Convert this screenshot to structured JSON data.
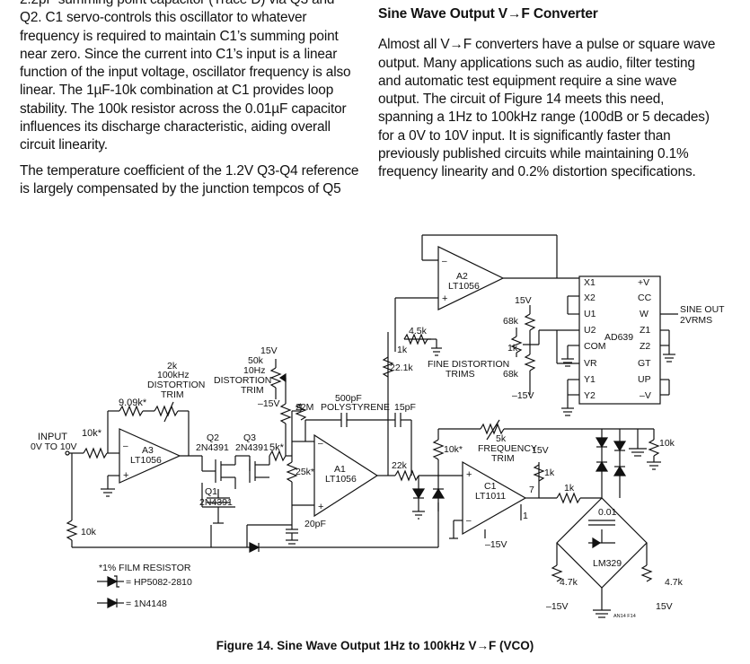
{
  "text": {
    "left_para1": "2.2pF summing point capacitor (Trace D) via Q3 and Q2. C1 servo-controls this oscillator to whatever frequency is required to maintain C1’s summing point near zero. Since the current into C1’s input is a linear function of the input voltage, oscillator frequency is also linear. The 1µF-10k combination at C1 provides loop stability. The 100k resistor across the 0.01µF capacitor influences its discharge characteristic, aiding overall circuit linearity.",
    "left_para2": "The temperature coefficient of the 1.2V Q3-Q4 reference is largely compensated by the junction tempcos of Q5",
    "right_heading": "Sine Wave Output V→F Converter",
    "right_para": "Almost all V→F converters have a pulse or square wave output. Many applications such as audio, filter testing and automatic test equipment require a sine wave output. The circuit of Figure 14 meets this need, spanning a 1Hz to 100kHz range (100dB or 5 decades) for a 0V to 10V input. It is significantly faster than previously published circuits while maintaining 0.1% frequency linearity and 0.2% distortion specifications."
  },
  "figure": {
    "caption": "Figure 14. Sine Wave Output 1Hz to 100kHz V→F (VCO)",
    "labels": {
      "input": "INPUT",
      "input_range": "0V TO 10V",
      "r_in": "10k*",
      "r_909": "9.09k*",
      "trim_2k": "2k",
      "trim_100k": "100kHz",
      "trim_dist": "DISTORTION",
      "trim_word": "TRIM",
      "a3_name": "A3",
      "a3_part": "LT1056",
      "q2_name": "Q2",
      "q2_part": "2N4391",
      "q3_name": "Q3",
      "q3_part": "2N4391",
      "q1_name": "Q1",
      "q1_part": "2N4391",
      "r_5k": "5k*",
      "v15_a": "15V",
      "pot_50k": "50k",
      "pot_10hz": "10Hz",
      "pot_dist": "DISTORTION",
      "pot_trim": "TRIM",
      "vneg15_a": "–15V",
      "r_22m": "22M",
      "c_500p": "500pF",
      "c_poly": "POLYSTYRENE",
      "c_15p": "15pF",
      "r_25k": "25k*",
      "a1_name": "A1",
      "a1_part": "LT1056",
      "c_20p": "20pF",
      "r_10k_bottom": "10k",
      "a2_name": "A2",
      "a2_part": "LT1056",
      "r_45k": "4.5k",
      "r_1k_a": "1k",
      "r_221k": "22.1k",
      "fine_dist": "FINE DISTORTION",
      "fine_trims": "TRIMS",
      "v15_b": "15V",
      "r_68k_a": "68k",
      "r_1k_b": "1k",
      "r_68k_b": "68k",
      "vneg15_b": "–15V",
      "ad_name": "AD639",
      "pin_x1": "X1",
      "pin_x2": "X2",
      "pin_u1": "U1",
      "pin_u2": "U2",
      "pin_com": "COM",
      "pin_vr": "VR",
      "pin_y1": "Y1",
      "pin_y2": "Y2",
      "pin_pv": "+V",
      "pin_cc": "CC",
      "pin_w": "W",
      "pin_z1": "Z1",
      "pin_z2": "Z2",
      "pin_gt": "GT",
      "pin_up": "UP",
      "pin_nv": "–V",
      "sine_out": "SINE OUT",
      "sine_rms": "2VRMS",
      "r_22k": "22k",
      "r_10k_c": "10k*",
      "pot_5k": "5k",
      "freq": "FREQUENCY",
      "freq_trim": "TRIM",
      "v15_c": "15V",
      "r_1k_c": "1k",
      "r_1k_d": "1k",
      "c1_name": "C1",
      "c1_part": "LT1011",
      "pin_7": "7",
      "pin_1": "1",
      "vneg15_c": "–15V",
      "r_10k_right": "10k",
      "c_001": "0.01",
      "lm329": "LM329",
      "r_47k_a": "4.7k",
      "r_47k_b": "4.7k",
      "vneg15_d": "–15V",
      "v15_d": "15V",
      "an_code": "AN14 F14",
      "note_film": "*1% FILM RESISTOR",
      "note_hp": "= HP5082-2810",
      "note_1n": "= 1N4148",
      "plus": "+",
      "minus": "–"
    }
  }
}
